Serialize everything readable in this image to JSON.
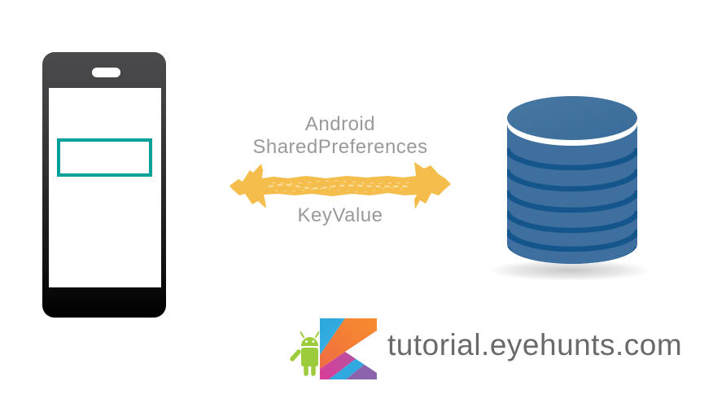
{
  "phone": {
    "body_color_top": "#4B4B4E",
    "body_color_bottom": "#000000",
    "screen_color": "#FFFFFF",
    "highlight_box_color": "#00A19A"
  },
  "exchange": {
    "label_line1": "Android",
    "label_line2": "SharedPreferences",
    "label_below": "KeyValue",
    "label_color": "#9A9A9A",
    "arrow_color": "#F5BE4C"
  },
  "database": {
    "body_color": "#3E6F9E",
    "stripe_color": "#14568C"
  },
  "branding": {
    "site": "tutorial.eyehunts.com",
    "site_color": "#6A6A6A",
    "android_green": "#9CCB3B",
    "kotlin_colors": {
      "blue": "#29A7DD",
      "orange": "#F78D2D",
      "pink": "#DA3D96",
      "purple": "#8B64AD"
    }
  }
}
